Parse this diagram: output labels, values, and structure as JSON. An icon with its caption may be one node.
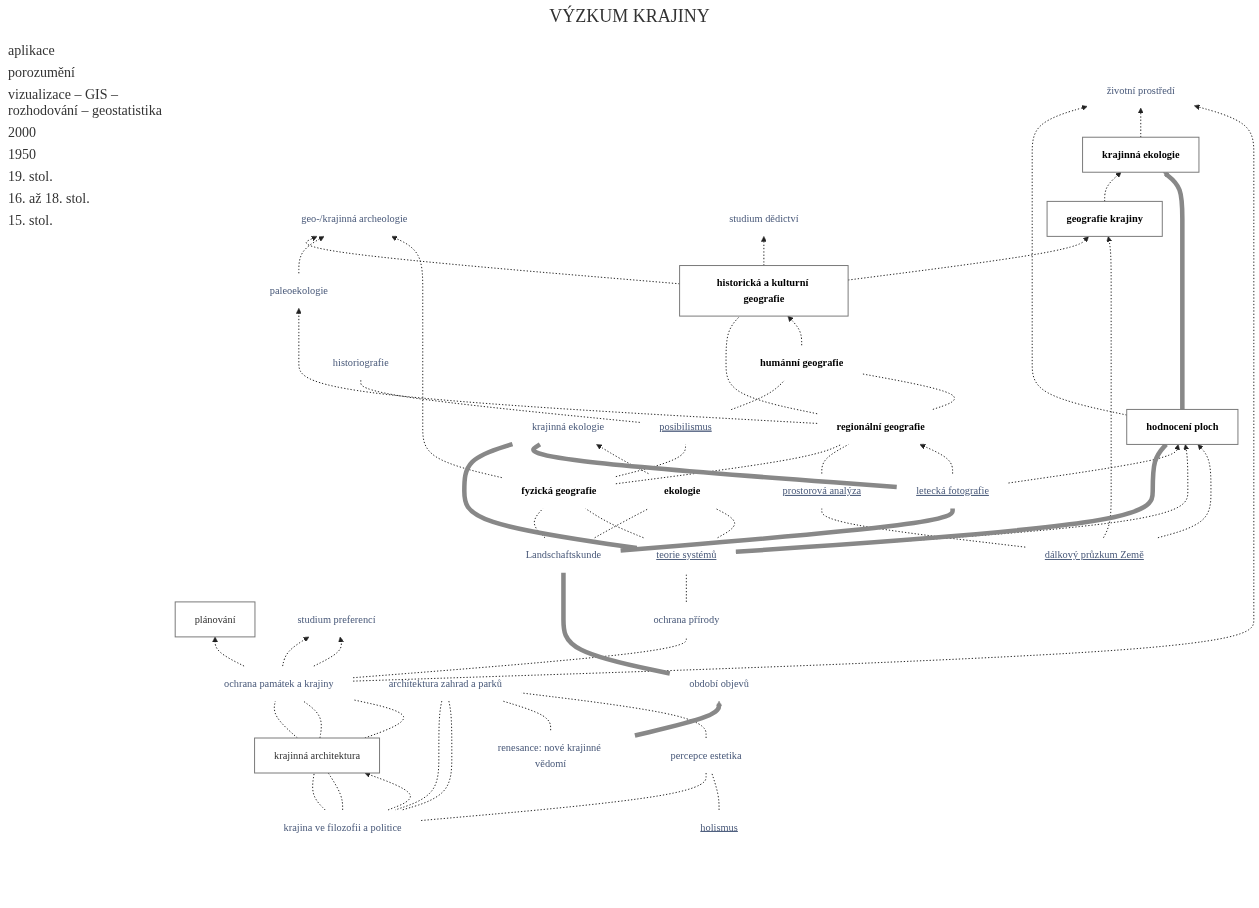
{
  "diagram": {
    "title": "VÝZKUM KRAJINY",
    "nodes": [
      {
        "text": [
          "plánování"
        ]
      },
      {
        "text": [
          "životní prostředí"
        ]
      },
      {
        "text": [
          "studium preferencí"
        ]
      },
      {
        "text": [
          "krajinná ekologie"
        ]
      },
      {
        "text": [
          "geo-/krajinná archeologie"
        ]
      },
      {
        "text": [
          "studium dědictví"
        ]
      },
      {
        "text": [
          "hodnocení ploch"
        ]
      },
      {
        "text": [
          "geografie krajiny"
        ]
      },
      {
        "text": [
          "paleoekologie"
        ]
      },
      {
        "text": [
          "ochrana památek a krajiny"
        ]
      },
      {
        "text": [
          "ochrana přírody"
        ]
      },
      {
        "text": [
          "dálkový průzkum Země"
        ]
      },
      {
        "text": [
          "teorie systémů"
        ]
      },
      {
        "text": [
          "prostorová analýza"
        ]
      },
      {
        "text": [
          "krajinná architektura"
        ]
      },
      {
        "text": [
          "historická a kulturní geografie"
        ]
      },
      {
        "text": [
          "krajinná ekologie"
        ]
      },
      {
        "text": [
          "ekologie"
        ]
      },
      {
        "text": [
          "regionální geografie"
        ]
      },
      {
        "text": [
          "humánní geografie"
        ]
      },
      {
        "text": [
          "krajina ve filozofii a politice"
        ]
      },
      {
        "text": [
          "letecká fotografie"
        ]
      },
      {
        "text": [
          "architektura zahrad a parků"
        ]
      },
      {
        "text": [
          "percepce estetika"
        ]
      },
      {
        "text": [
          "holismus"
        ]
      },
      {
        "text": [
          "posibilismus"
        ]
      },
      {
        "text": [
          "fyzická geografie"
        ]
      },
      {
        "text": [
          "Landschaftskunde"
        ]
      },
      {
        "text": [
          "historiografie"
        ]
      },
      {
        "text": [
          "období objevů"
        ]
      },
      {
        "text": [
          "renesance: nové krajinné vědomí"
        ]
      }
    ],
    "edges": [
      {
        "from": 9,
        "to": 0,
        "arrow": "to",
        "style": "dashed"
      },
      {
        "from": 9,
        "to": 2,
        "arrow": "to",
        "style": "dashed"
      },
      {
        "from": 9,
        "to": 2,
        "arrow": "to",
        "style": "dashed"
      },
      {
        "from": 9,
        "to": 1,
        "arrow": "to",
        "style": "dashed"
      },
      {
        "from": 3,
        "to": 1,
        "arrow": "to",
        "style": "dashed"
      },
      {
        "from": 6,
        "to": 1,
        "arrow": "to",
        "style": "dashed"
      },
      {
        "from": 6,
        "to": 3,
        "arrow": "to",
        "style": "thick",
        "color": "#888888"
      },
      {
        "from": 7,
        "to": 3,
        "arrow": "to",
        "style": "dashed"
      },
      {
        "from": 11,
        "to": 7,
        "arrow": "to",
        "style": "dashed"
      },
      {
        "from": 11,
        "to": 6,
        "arrow": "to",
        "style": "dashed"
      },
      {
        "from": 12,
        "to": 6,
        "arrow": "to",
        "style": "dashed"
      },
      {
        "from": 21,
        "to": 6,
        "arrow": "to",
        "style": "dashed"
      },
      {
        "from": 9,
        "to": 10,
        "arrow": "none",
        "style": "dashed"
      },
      {
        "from": 10,
        "to": 12,
        "arrow": "none",
        "style": "dashed"
      },
      {
        "from": 12,
        "to": 17,
        "arrow": "none",
        "style": "dashed"
      },
      {
        "from": 12,
        "to": 26,
        "arrow": "none",
        "style": "dashed"
      },
      {
        "from": 17,
        "to": 16,
        "arrow": "to",
        "style": "dashed"
      },
      {
        "from": 21,
        "to": 18,
        "arrow": "to",
        "style": "dashed"
      },
      {
        "from": 27,
        "to": 17,
        "arrow": "none",
        "style": "dashed"
      },
      {
        "from": 26,
        "to": 4,
        "arrow": "to",
        "style": "dashed"
      },
      {
        "from": 11,
        "to": 13,
        "arrow": "none",
        "style": "dashed"
      },
      {
        "from": 13,
        "to": 18,
        "arrow": "none",
        "style": "dashed"
      },
      {
        "from": 18,
        "to": 8,
        "arrow": "to",
        "style": "dashed"
      },
      {
        "from": 8,
        "to": 4,
        "arrow": "to",
        "style": "dashed"
      },
      {
        "from": 15,
        "to": 4,
        "arrow": "to",
        "style": "dashed"
      },
      {
        "from": 15,
        "to": 5,
        "arrow": "to",
        "style": "dashed"
      },
      {
        "from": 15,
        "to": 7,
        "arrow": "to",
        "style": "dashed"
      },
      {
        "from": 19,
        "to": 15,
        "arrow": "to",
        "style": "dashed"
      },
      {
        "from": 18,
        "to": 15,
        "arrow": "none",
        "style": "dashed"
      },
      {
        "from": 18,
        "to": 19,
        "arrow": "none",
        "style": "dashed"
      },
      {
        "from": 26,
        "to": 18,
        "arrow": "none",
        "style": "dashed"
      },
      {
        "from": 27,
        "to": 26,
        "arrow": "none",
        "style": "dashed"
      },
      {
        "from": 26,
        "to": 25,
        "arrow": "none",
        "style": "dashed"
      },
      {
        "from": 25,
        "to": 19,
        "arrow": "none",
        "style": "dashed"
      },
      {
        "from": 25,
        "to": 28,
        "arrow": "none",
        "style": "dashed"
      },
      {
        "from": 24,
        "to": 23,
        "arrow": "none",
        "style": "dashed"
      },
      {
        "from": 23,
        "to": 22,
        "arrow": "none",
        "style": "dashed"
      },
      {
        "from": 20,
        "to": 23,
        "arrow": "none",
        "style": "dashed"
      },
      {
        "from": 22,
        "to": 20,
        "arrow": "none",
        "style": "dashed"
      },
      {
        "from": 22,
        "to": 20,
        "arrow": "none",
        "style": "dashed"
      },
      {
        "from": 20,
        "to": 14,
        "arrow": "to",
        "style": "dashed"
      },
      {
        "from": 20,
        "to": 14,
        "arrow": "none",
        "style": "dashed"
      },
      {
        "from": 20,
        "to": 14,
        "arrow": "none",
        "style": "dashed"
      },
      {
        "from": 14,
        "to": 9,
        "arrow": "none",
        "style": "dashed"
      },
      {
        "from": 14,
        "to": 9,
        "arrow": "none",
        "style": "dashed"
      },
      {
        "from": 14,
        "to": 9,
        "arrow": "none",
        "style": "dashed"
      },
      {
        "from": 30,
        "to": 22,
        "arrow": "none",
        "style": "dashed"
      },
      {
        "from": 30,
        "to": 29,
        "arrow": "to",
        "style": "thick",
        "color": "#888888"
      },
      {
        "from": 29,
        "to": 27,
        "arrow": "none",
        "style": "thick",
        "color": "#888888"
      },
      {
        "from": 27,
        "to": 21,
        "arrow": "none",
        "style": "thick",
        "color": "#888888"
      },
      {
        "from": 21,
        "to": 16,
        "arrow": "none",
        "style": "thick",
        "color": "#888888"
      },
      {
        "from": 16,
        "to": 12,
        "arrow": "none",
        "style": "thick",
        "color": "#888888"
      },
      {
        "from": 12,
        "to": 6,
        "arrow": "none",
        "style": "thick",
        "color": "#888888"
      }
    ],
    "labels": [
      "aplikace",
      "porozumění",
      "vizualizace – GIS – rozhodování – geostatistika",
      "2000",
      "1950",
      "19. stol.",
      "16. až 18. stol.",
      "15. stol."
    ]
  }
}
